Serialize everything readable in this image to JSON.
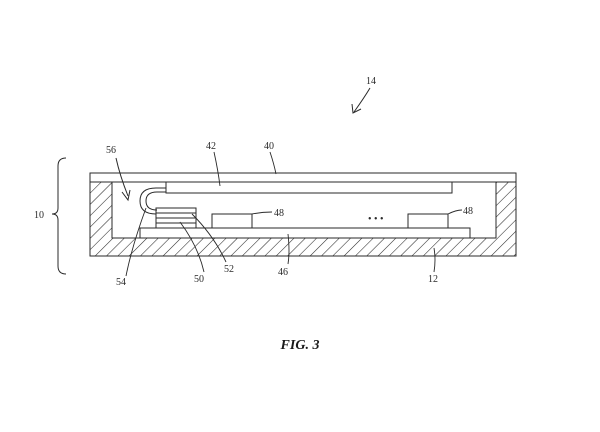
{
  "figure": {
    "caption": "FIG. 3",
    "labels": {
      "device": "10",
      "housing": "12",
      "arrow": "14",
      "cover": "40",
      "display": "42",
      "board": "46",
      "component_mid": "48",
      "component_right": "48",
      "connector_stack": "50",
      "connector_pad": "52",
      "flex_bend": "54",
      "flex_cable": "56"
    },
    "ellipsis": "• • •",
    "colors": {
      "line": "#2a2a2a",
      "fill": "#ffffff"
    }
  }
}
